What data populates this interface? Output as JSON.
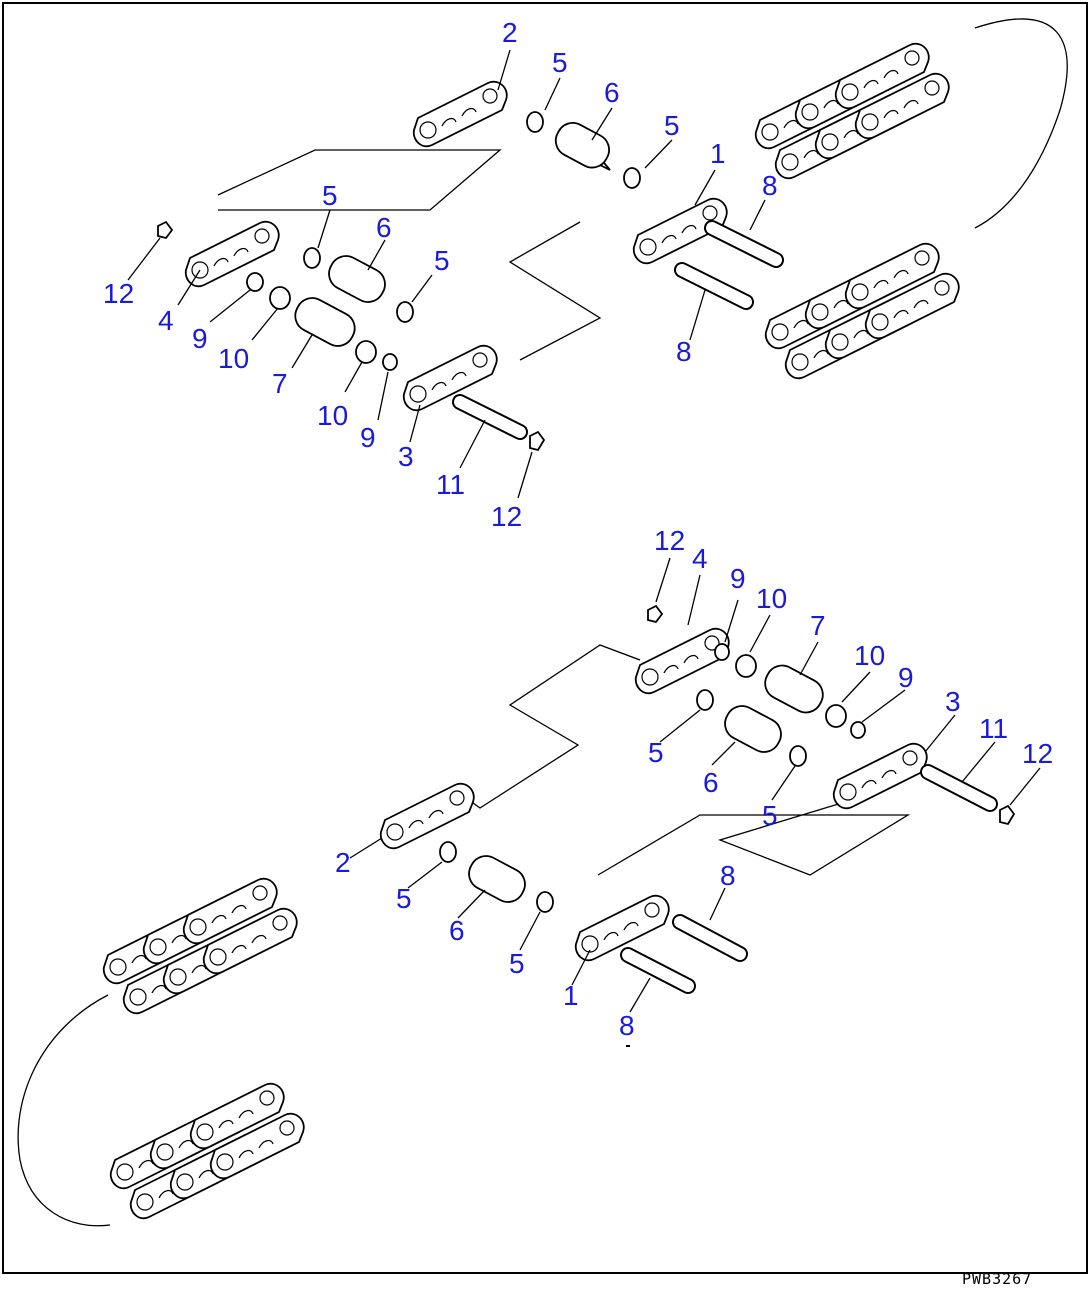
{
  "drawing_code": "PWB3267",
  "callouts": [
    {
      "id": "t2",
      "text": "2"
    },
    {
      "id": "t5a",
      "text": "5"
    },
    {
      "id": "t6a",
      "text": "6"
    },
    {
      "id": "t5b",
      "text": "5"
    },
    {
      "id": "t1a",
      "text": "1"
    },
    {
      "id": "t8a",
      "text": "8"
    },
    {
      "id": "t5c",
      "text": "5"
    },
    {
      "id": "t6b",
      "text": "6"
    },
    {
      "id": "t5d",
      "text": "5"
    },
    {
      "id": "t12a",
      "text": "12"
    },
    {
      "id": "t4a",
      "text": "4"
    },
    {
      "id": "t9a",
      "text": "9"
    },
    {
      "id": "t10a",
      "text": "10"
    },
    {
      "id": "t7a",
      "text": "7"
    },
    {
      "id": "t10b",
      "text": "10"
    },
    {
      "id": "t9b",
      "text": "9"
    },
    {
      "id": "t3a",
      "text": "3"
    },
    {
      "id": "t11a",
      "text": "11"
    },
    {
      "id": "t12b",
      "text": "12"
    },
    {
      "id": "t8b",
      "text": "8"
    },
    {
      "id": "t12c",
      "text": "12"
    },
    {
      "id": "t4b",
      "text": "4"
    },
    {
      "id": "t9c",
      "text": "9"
    },
    {
      "id": "t10c",
      "text": "10"
    },
    {
      "id": "t7b",
      "text": "7"
    },
    {
      "id": "t10d",
      "text": "10"
    },
    {
      "id": "t9d",
      "text": "9"
    },
    {
      "id": "t3b",
      "text": "3"
    },
    {
      "id": "t11b",
      "text": "11"
    },
    {
      "id": "t12d",
      "text": "12"
    },
    {
      "id": "t5e",
      "text": "5"
    },
    {
      "id": "t6c",
      "text": "6"
    },
    {
      "id": "t5f",
      "text": "5"
    },
    {
      "id": "t2b",
      "text": "2"
    },
    {
      "id": "t5g",
      "text": "5"
    },
    {
      "id": "t6d",
      "text": "6"
    },
    {
      "id": "t5h",
      "text": "5"
    },
    {
      "id": "t1b",
      "text": "1"
    },
    {
      "id": "t8c",
      "text": "8"
    },
    {
      "id": "t8d",
      "text": "8"
    }
  ]
}
